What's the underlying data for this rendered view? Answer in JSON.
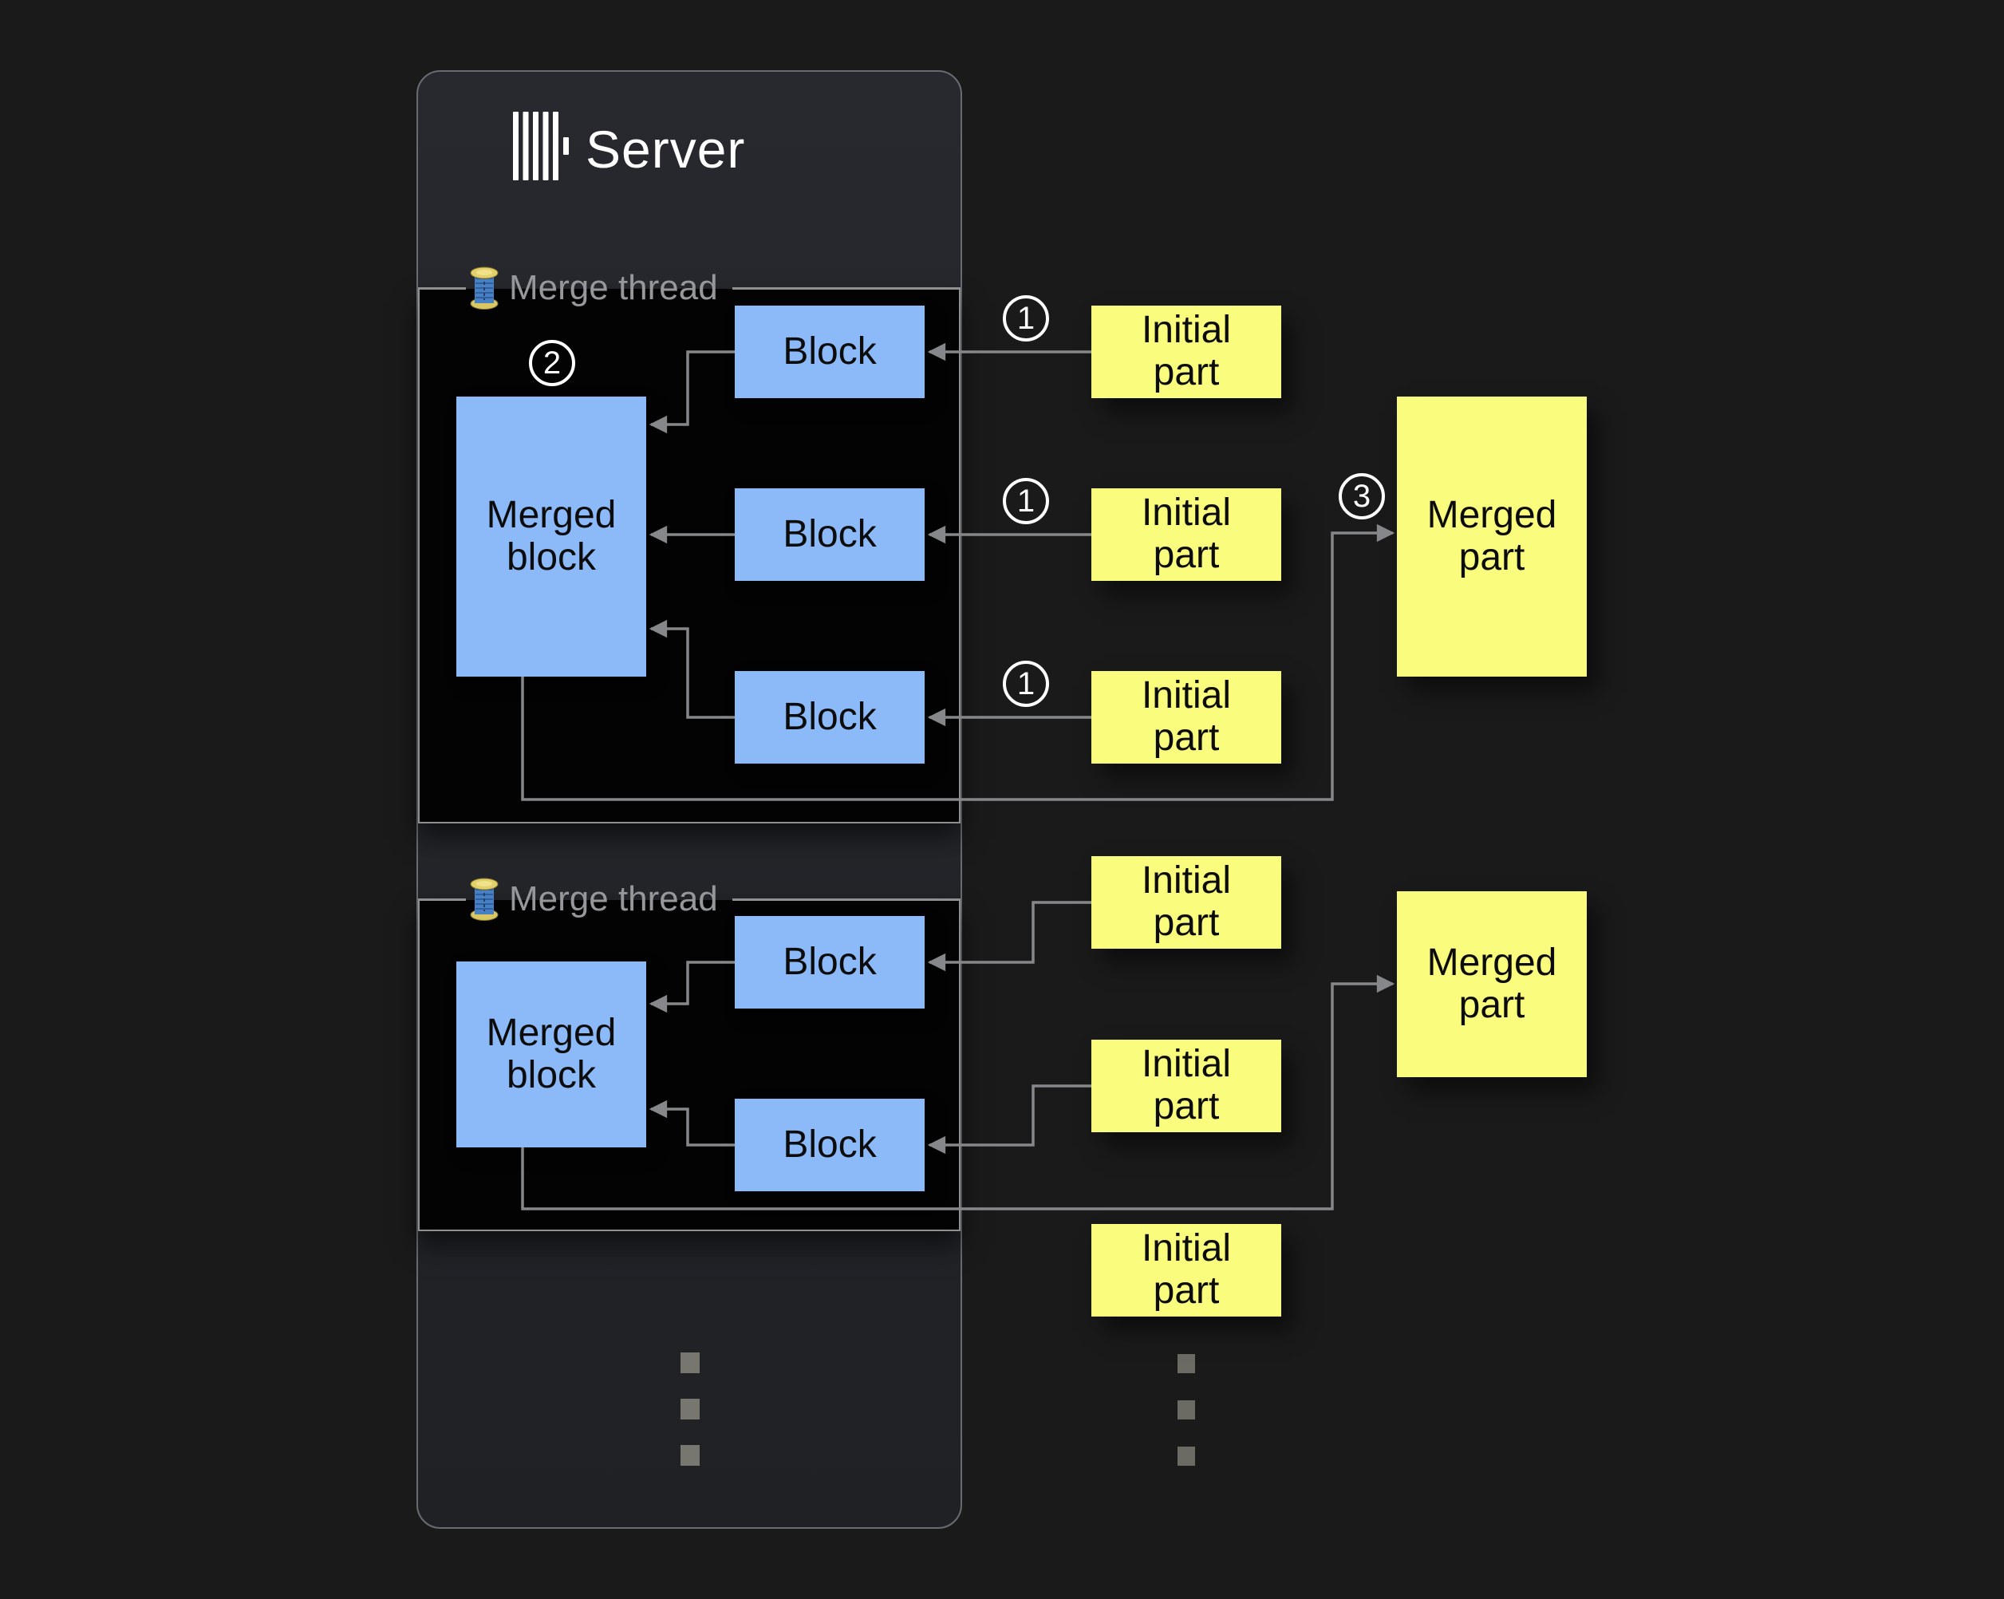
{
  "colors": {
    "page-bg": "#1a1a1a",
    "panel-bg": "#27292e",
    "panel-bg2": "#1f2125",
    "panel-border": "#686c70",
    "box-bg": "#030303",
    "box-border": "#8e9092",
    "blue": "#8cb9f8",
    "yellow": "#fafc7d",
    "text-dark": "#0c0c0c",
    "gray-text": "#95979b",
    "line": "#85878a",
    "white": "#ffffff",
    "dot-left": "#77776f",
    "dot-right": "#6b6b64"
  },
  "server": {
    "title": "Server",
    "logo_icon": "clickhouse-bars-logo"
  },
  "thread1": {
    "label": "Merge thread",
    "icon": "thread-spool-icon",
    "merged_block": "Merged block",
    "blocks": [
      "Block",
      "Block",
      "Block"
    ],
    "step": "2"
  },
  "thread2": {
    "label": "Merge thread",
    "icon": "thread-spool-icon",
    "merged_block": "Merged block",
    "blocks": [
      "Block",
      "Block"
    ]
  },
  "parts": {
    "group1": {
      "initial": [
        "Initial part",
        "Initial part",
        "Initial part"
      ],
      "steps": [
        "1",
        "1",
        "1"
      ],
      "merged": "Merged part",
      "merge_step": "3"
    },
    "group2": {
      "initial": [
        "Initial part",
        "Initial part",
        "Initial part"
      ],
      "merged": "Merged part"
    }
  }
}
